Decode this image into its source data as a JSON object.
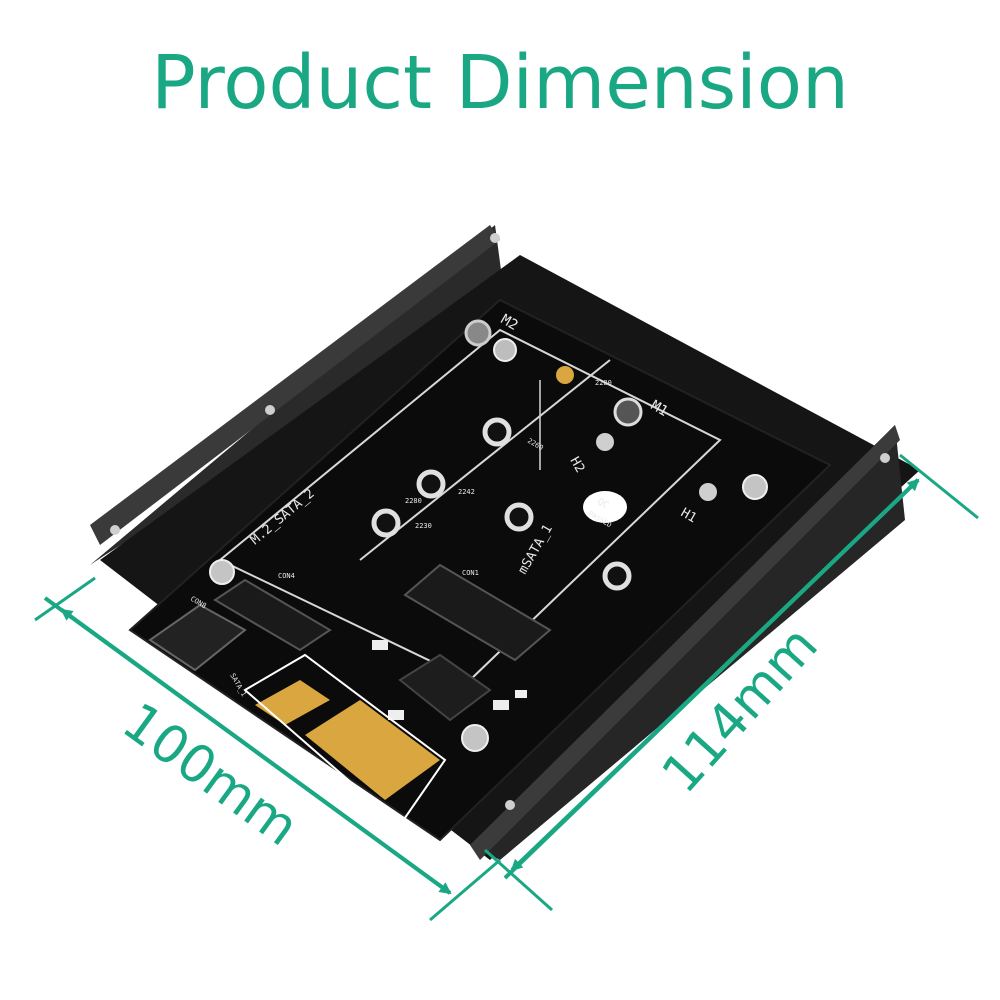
{
  "title": "Product Dimension",
  "dimensions": {
    "width_label": "100mm",
    "length_label": "114mm"
  },
  "board": {
    "labels": {
      "m2_slot": "M2",
      "m1_slot": "M1",
      "h2": "H2",
      "h1": "H1",
      "m2_sata": "M.2_SATA_2",
      "msata": "mSATA_1",
      "qc": "QC",
      "passed": "PASSED",
      "con4": "CON4",
      "con1": "CON1",
      "con8": "CON8",
      "sata1": "SATA_1",
      "size_2280_a": "2280",
      "size_2260": "2260",
      "size_2242": "2242",
      "size_2230": "2230",
      "size_2280_b": "2280"
    }
  },
  "colors": {
    "accent": "#1aa884",
    "bracket": "#1c1c1c",
    "pcb": "#0e0e0e",
    "gold": "#d9a640"
  }
}
